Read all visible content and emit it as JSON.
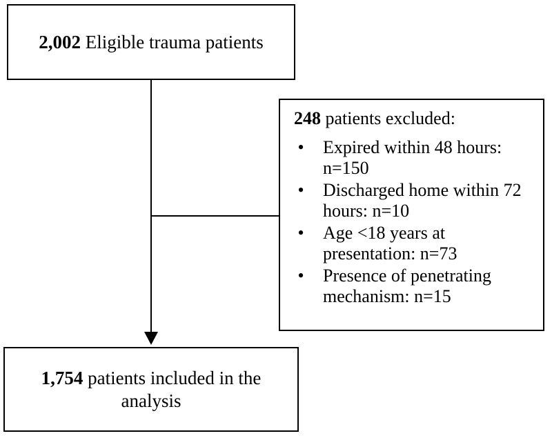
{
  "top_box": {
    "count": "2,002",
    "text": " Eligible trauma patients"
  },
  "exclusion_box": {
    "count": "248",
    "text": " patients excluded:",
    "items": [
      {
        "bullet": "•",
        "lines": [
          "Expired within 48 hours:",
          "n=150"
        ]
      },
      {
        "bullet": "•",
        "lines": [
          "Discharged home within 72",
          "hours: n=10"
        ]
      },
      {
        "bullet": "•",
        "lines": [
          "Age <18 years at",
          "presentation: n=73"
        ]
      },
      {
        "bullet": "•",
        "lines": [
          "Presence of penetrating",
          "mechanism: n=15"
        ]
      }
    ]
  },
  "bottom_box": {
    "count": "1,754",
    "text": " patients included in the analysis"
  }
}
